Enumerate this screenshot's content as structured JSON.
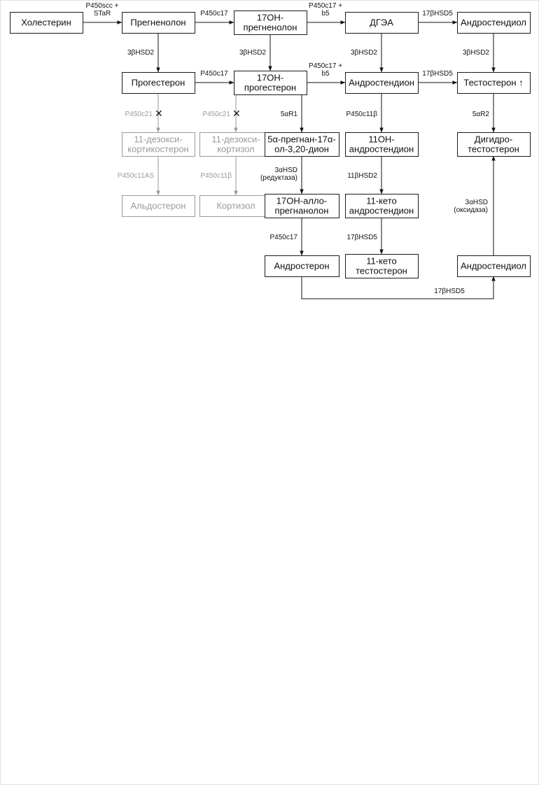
{
  "nodes": [
    {
      "id": "cholesterol",
      "lines": [
        "Холестерин"
      ]
    },
    {
      "id": "pregnenolone",
      "lines": [
        "Прегненолон"
      ]
    },
    {
      "id": "oh17_pregnenolone",
      "lines": [
        "17ОН-",
        "прегненолон"
      ]
    },
    {
      "id": "dhea",
      "lines": [
        "ДГЭА"
      ]
    },
    {
      "id": "androstenediol_top",
      "lines": [
        "Андростендиол"
      ]
    },
    {
      "id": "progesterone",
      "lines": [
        "Прогестерон"
      ]
    },
    {
      "id": "oh17_progesterone",
      "lines": [
        "17ОН-",
        "прогестерон"
      ]
    },
    {
      "id": "androstenedione",
      "lines": [
        "Андростендион"
      ]
    },
    {
      "id": "testosterone",
      "lines": [
        "Тестостерон ↑"
      ]
    },
    {
      "id": "deoxycorticosterone",
      "lines": [
        "11-дезокси-",
        "кортикостерон"
      ],
      "inactive": true
    },
    {
      "id": "deoxycortisol",
      "lines": [
        "11-дезокси-",
        "кортизол"
      ],
      "inactive": true
    },
    {
      "id": "pregnandione",
      "lines": [
        "5α-прегнан-17α-",
        "ол-3,20-дион"
      ]
    },
    {
      "id": "oh11_androstenedione",
      "lines": [
        "11ОН-",
        "андростендион"
      ]
    },
    {
      "id": "dht",
      "lines": [
        "Дигидро-",
        "тестостерон"
      ]
    },
    {
      "id": "aldosterone",
      "lines": [
        "Альдостерон"
      ],
      "inactive": true
    },
    {
      "id": "cortisol",
      "lines": [
        "Кортизол"
      ],
      "inactive": true
    },
    {
      "id": "oh17_allopregnanolone",
      "lines": [
        "17ОН-алло-",
        "прегнанолон"
      ]
    },
    {
      "id": "keto11_androstenedione",
      "lines": [
        "11-кето",
        "андростендион"
      ]
    },
    {
      "id": "androsterone",
      "lines": [
        "Андростерон"
      ]
    },
    {
      "id": "keto11_testosterone",
      "lines": [
        "11-кето",
        "тестостерон"
      ]
    },
    {
      "id": "androstenediol_bottom",
      "lines": [
        "Андростендиол"
      ]
    }
  ],
  "edges": [
    {
      "from": "cholesterol",
      "to": "pregnenolone",
      "label": [
        "P450scc +",
        "STaR"
      ]
    },
    {
      "from": "pregnenolone",
      "to": "oh17_pregnenolone",
      "label": [
        "P450c17"
      ]
    },
    {
      "from": "oh17_pregnenolone",
      "to": "dhea",
      "label": [
        "P450c17 +",
        "b5"
      ]
    },
    {
      "from": "dhea",
      "to": "androstenediol_top",
      "label": [
        "17βHSD5"
      ]
    },
    {
      "from": "pregnenolone",
      "to": "progesterone",
      "label": [
        "3βHSD2"
      ]
    },
    {
      "from": "oh17_pregnenolone",
      "to": "oh17_progesterone",
      "label": [
        "3βHSD2"
      ]
    },
    {
      "from": "dhea",
      "to": "androstenedione",
      "label": [
        "3βHSD2"
      ]
    },
    {
      "from": "androstenediol_top",
      "to": "testosterone",
      "label": [
        "3βHSD2"
      ]
    },
    {
      "from": "progesterone",
      "to": "oh17_progesterone",
      "label": [
        "P450c17"
      ]
    },
    {
      "from": "oh17_progesterone",
      "to": "androstenedione",
      "label": [
        "P450c17 +",
        "b5"
      ]
    },
    {
      "from": "androstenedione",
      "to": "testosterone",
      "label": [
        "17βHSD5"
      ]
    },
    {
      "from": "progesterone",
      "to": "deoxycorticosterone",
      "label": [
        "P450c21"
      ],
      "blocked": true,
      "inactive": true
    },
    {
      "from": "oh17_progesterone",
      "to": "deoxycortisol",
      "label": [
        "P450c21"
      ],
      "blocked": true,
      "inactive": true
    },
    {
      "from": "oh17_progesterone",
      "to": "pregnandione",
      "label": [
        "5αR1"
      ]
    },
    {
      "from": "androstenedione",
      "to": "oh11_androstenedione",
      "label": [
        "P450c11β"
      ]
    },
    {
      "from": "testosterone",
      "to": "dht",
      "label": [
        "5αR2"
      ]
    },
    {
      "from": "deoxycorticosterone",
      "to": "aldosterone",
      "label": [
        "P450c11AS"
      ],
      "inactive": true
    },
    {
      "from": "deoxycortisol",
      "to": "cortisol",
      "label": [
        "P450c11β"
      ],
      "inactive": true
    },
    {
      "from": "pregnandione",
      "to": "oh17_allopregnanolone",
      "label": [
        "3αHSD",
        "(редуктаза)"
      ]
    },
    {
      "from": "oh11_androstenedione",
      "to": "keto11_androstenedione",
      "label": [
        "11βHSD2"
      ]
    },
    {
      "from": "oh17_allopregnanolone",
      "to": "androsterone",
      "label": [
        "P450c17"
      ]
    },
    {
      "from": "keto11_androstenedione",
      "to": "keto11_testosterone",
      "label": [
        "17βHSD5"
      ]
    },
    {
      "from": "androsterone",
      "to": "androstenediol_bottom",
      "label": [
        "17βHSD5"
      ]
    },
    {
      "from": "androstenediol_bottom",
      "to": "dht",
      "label": [
        "3αHSD",
        "(оксидаза)"
      ]
    }
  ],
  "colors": {
    "active": "#111111",
    "inactive": "#9a9a9a",
    "background": "#ffffff"
  }
}
